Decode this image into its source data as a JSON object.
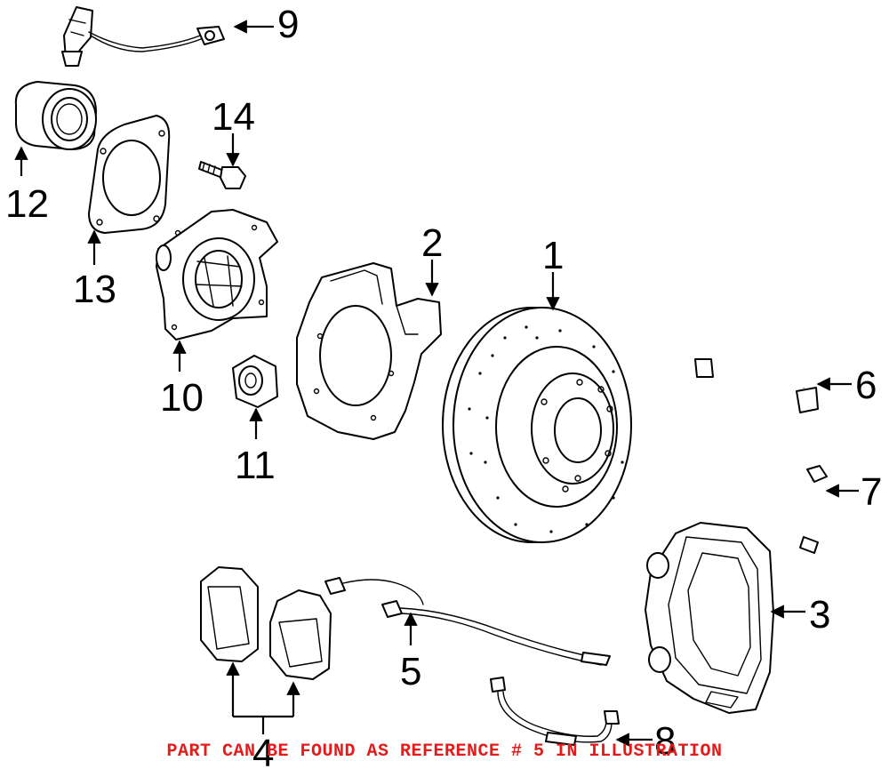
{
  "callouts": {
    "c1": "1",
    "c2": "2",
    "c3": "3",
    "c4": "4",
    "c5": "5",
    "c6": "6",
    "c7": "7",
    "c8": "8",
    "c9": "9",
    "c10": "10",
    "c11": "11",
    "c12": "12",
    "c13": "13",
    "c14": "14"
  },
  "note": "PART CAN BE FOUND AS REFERENCE # 5 IN ILLUSTRATION",
  "colors": {
    "note": "#e41b1b",
    "line": "#000000"
  }
}
